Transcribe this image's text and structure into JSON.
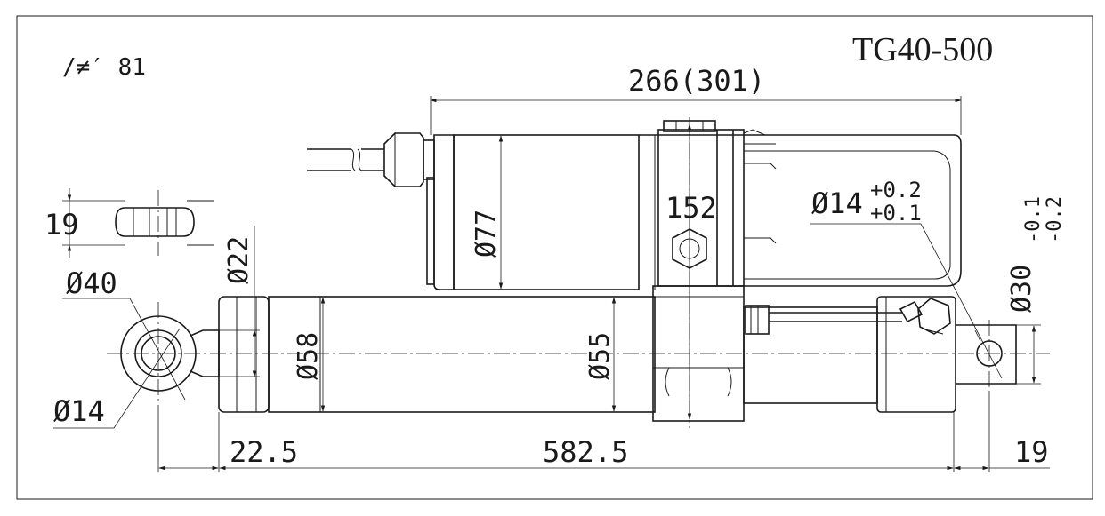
{
  "title": "TG40-500",
  "corner_label": "∕≠′ 81",
  "dimensions": {
    "motor_length": "266(301)",
    "motor_diameter": "Ø77",
    "clamp_height": "152",
    "rear_pin_label": "Ø14",
    "rear_pin_tol_upper": "+0.2",
    "rear_pin_tol_lower": "+0.1",
    "clevis_diameter": "Ø30",
    "clevis_tol_upper": "-0.1",
    "clevis_tol_lower": "-0.2",
    "eye_width": "19",
    "eye_outer": "Ø40",
    "eye_hole": "Ø14",
    "rod_end_dia": "Ø22",
    "cap_dia": "Ø58",
    "tube_dia": "Ø55",
    "offset_left": "22.5",
    "stroke_length": "582.5",
    "offset_right": "19"
  }
}
